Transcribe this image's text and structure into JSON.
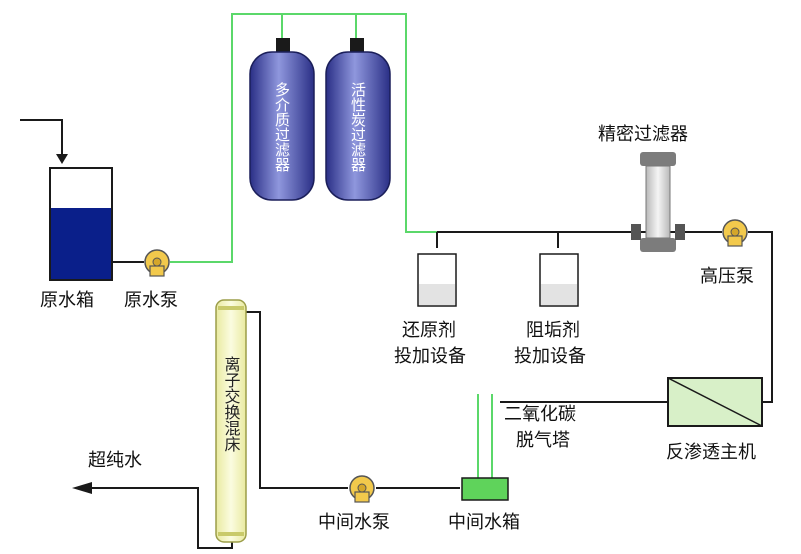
{
  "labels": {
    "raw_tank": "原水箱",
    "raw_pump": "原水泵",
    "multimedia_filter": "多介质过滤器",
    "activated_carbon_filter": "活性炭过滤器",
    "precision_filter": "精密过滤器",
    "high_pressure_pump": "高压泵",
    "reducing_agent_line1": "还原剂",
    "reducing_agent_line2": "投加设备",
    "antiscalant_line1": "阻垢剂",
    "antiscalant_line2": "投加设备",
    "ro_unit": "反渗透主机",
    "decarbonator_line1": "二氧化碳",
    "decarbonator_line2": "脱气塔",
    "intermediate_tank": "中间水箱",
    "intermediate_pump": "中间水泵",
    "ion_exchange": "离子交换混床",
    "ultrapure_water": "超纯水"
  },
  "colors": {
    "pipe_green": "#5bd86a",
    "pipe_dark": "#1a1a1a",
    "tank_water": "#0a1f8a",
    "filter_blue": "#4a56b8",
    "pump_yellow": "#f2c94c",
    "tank_green": "#5fd35b",
    "column_yellow": "#f4f4b0",
    "ro_green": "#d8f0c8"
  }
}
